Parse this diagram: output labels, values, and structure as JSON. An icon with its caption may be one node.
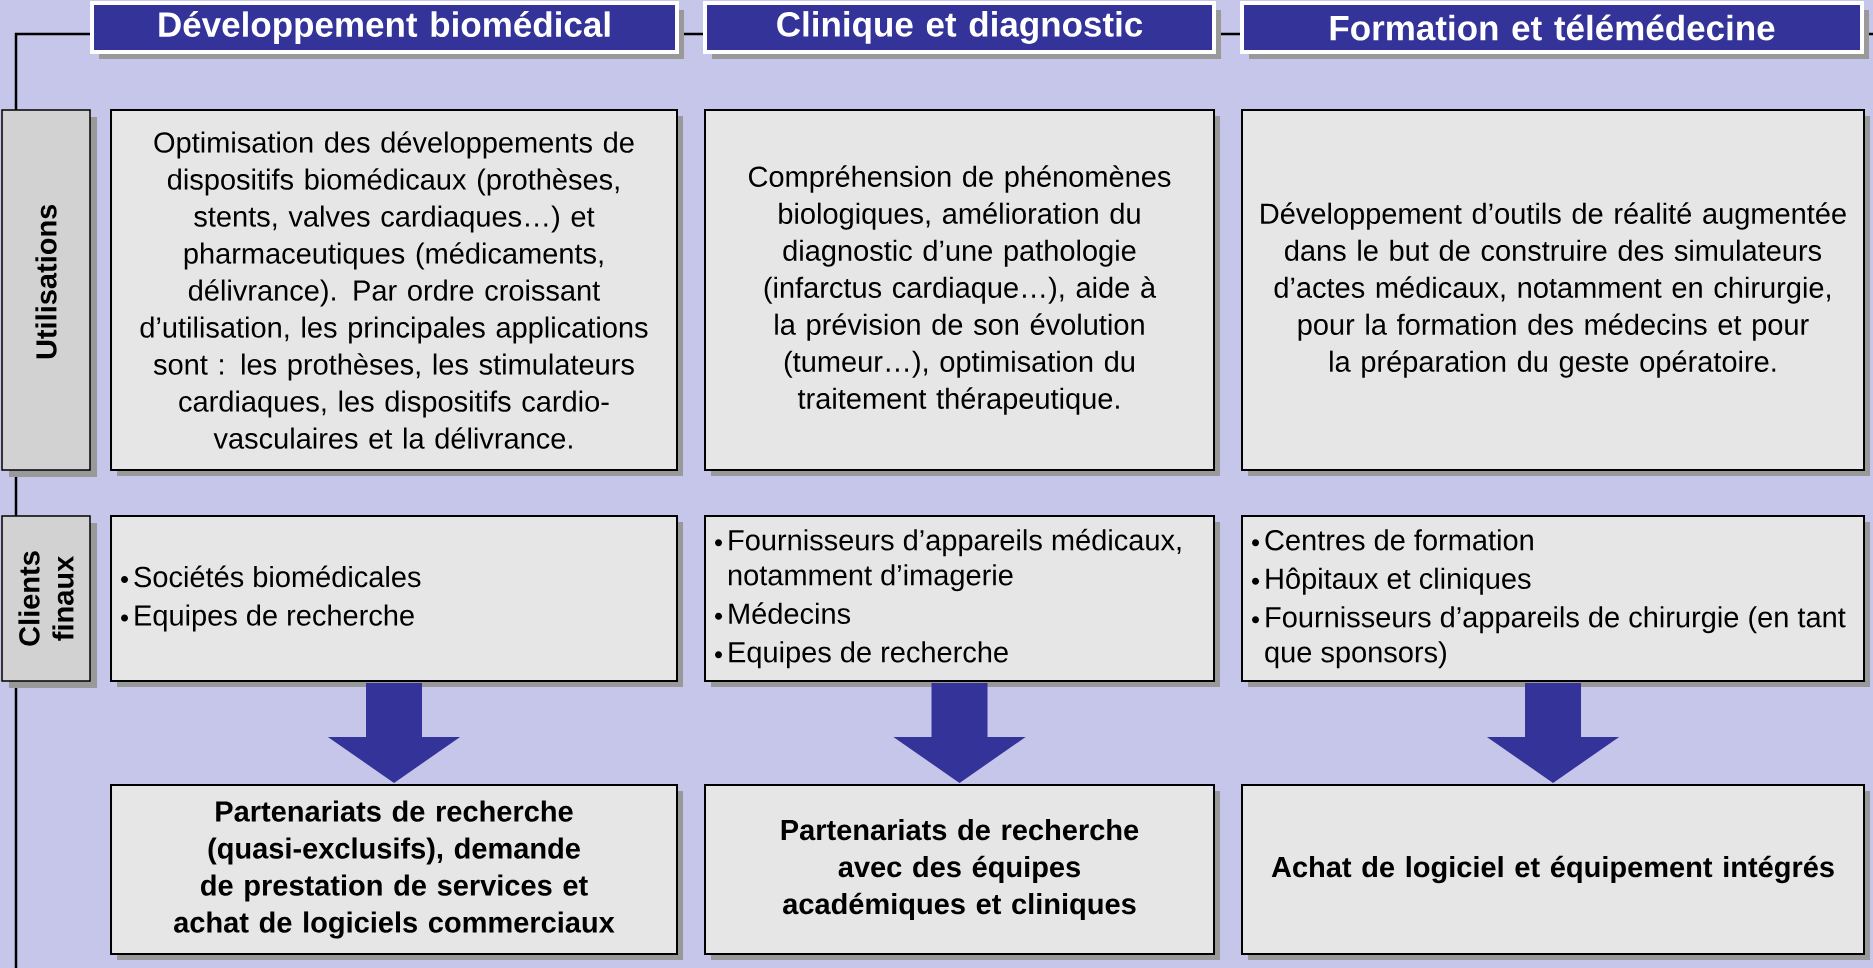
{
  "diagram": {
    "nodes": [
      {
        "text": [
          "Développement biomédical"
        ]
      },
      {
        "text": [
          "Clinique et diagnostic"
        ]
      },
      {
        "text": [
          "Formation et télémédecine"
        ]
      },
      {
        "text": [
          "Utilisations"
        ]
      },
      {
        "text": [
          "Optimisation des développements de dispositifs biomédicaux (prothèses, stents, valves cardiaques…) et pharmaceutiques (médicaments, délivrance). Par ordre croissant d’utilisation, les principales applications sont : les prothèses, les stimulateurs cardiaques, les dispositifs cardio-vasculaires et la délivrance."
        ]
      },
      {
        "text": [
          "Compréhension de phénomènes biologiques, amélioration du diagnostic d’une pathologie (infarctus cardiaque…), aide à la prévision de son évolution (tumeur…), optimisation du traitement thérapeutique."
        ]
      },
      {
        "text": [
          "Développement d’outils de réalité augmentée dans le but de construire des simulateurs d’actes médicaux, notamment en chirurgie, pour la formation des médecins et pour la préparation du geste opératoire."
        ]
      },
      {
        "text": [
          "Clients finaux"
        ]
      },
      {
        "text": [
          "Sociétés biomédicales",
          "Equipes de recherche"
        ]
      },
      {
        "text": [
          "Fournisseurs d’appareils médicaux, notamment d’imagerie",
          "Médecins",
          "Equipes de recherche"
        ]
      },
      {
        "text": [
          "Centres de formation",
          "Hôpitaux et cliniques",
          "Fournisseurs d’appareils de chirurgie (en tant que sponsors)"
        ]
      },
      {
        "text": [
          "Partenariats de recherche (quasi-exclusifs), demande de prestation de services et achat de logiciels commerciaux"
        ]
      },
      {
        "text": [
          "Partenariats de recherche avec des équipes académiques et cliniques"
        ]
      },
      {
        "text": [
          "Achat de logiciel et équipement intégrés"
        ]
      }
    ],
    "edges": [
      {
        "from": 8,
        "to": 11,
        "arrow": "to"
      },
      {
        "from": 9,
        "to": 12,
        "arrow": "to"
      },
      {
        "from": 10,
        "to": 13,
        "arrow": "to"
      }
    ]
  }
}
